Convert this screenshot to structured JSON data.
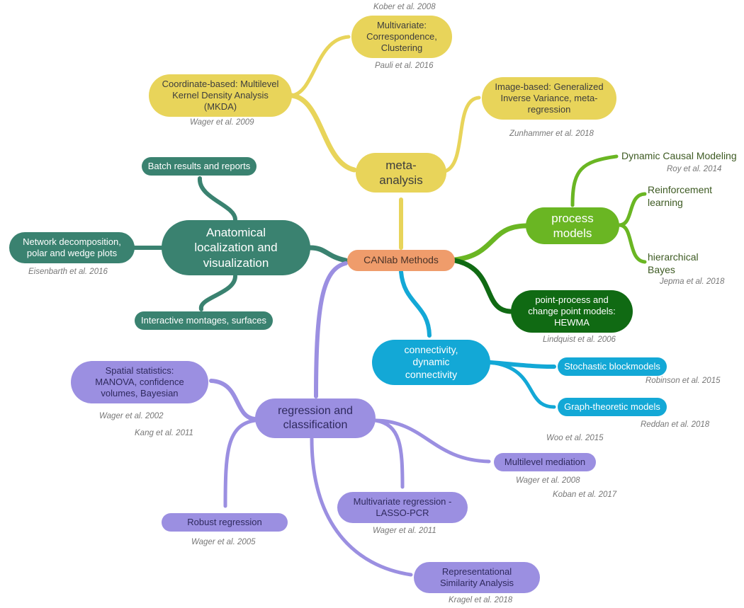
{
  "colors": {
    "meta": "#e8d45a",
    "meta_text": "#3d3d3d",
    "anat": "#3a8270",
    "anat_text": "#ffffff",
    "proc": "#6ab623",
    "proc_dark": "#106a13",
    "proc_text": "#3d5a22",
    "conn": "#13a8d6",
    "conn_text": "#ffffff",
    "reg": "#9b8fe1",
    "reg_text": "#3b3470",
    "center": "#ef9c6b",
    "cite": "#777777"
  },
  "center": {
    "label": "CANlab Methods"
  },
  "meta_analysis": {
    "label": "meta-\nanalysis",
    "children": [
      {
        "label": "Multivariate:\nCorrespondence,\nClustering",
        "cite_above": "Kober et al. 2008",
        "cite_below": "Pauli et al. 2016"
      },
      {
        "label": "Coordinate-based: Multilevel\nKernel Density Analysis\n(MKDA)",
        "cite": "Wager et al. 2009"
      },
      {
        "label": "Image-based: Generalized\nInverse Variance, meta-\nregression",
        "cite": "Zunhammer et al. 2018"
      }
    ]
  },
  "anatomical": {
    "label": "Anatomical\nlocalization and\nvisualization",
    "children": [
      {
        "label": "Batch results and reports"
      },
      {
        "label": "Network decomposition,\npolar and wedge plots",
        "cite": "Eisenbarth et al. 2016"
      },
      {
        "label": "Interactive montages, surfaces"
      }
    ]
  },
  "process_models": {
    "label": "process\nmodels",
    "children": [
      {
        "label": "Dynamic Causal Modeling",
        "cite": "Roy et al. 2014"
      },
      {
        "label": "Reinforcement\nlearning"
      },
      {
        "label": "hierarchical\nBayes",
        "cite": "Jepma et al. 2018"
      }
    ]
  },
  "point_process": {
    "label": "point-process and\nchange point models:\nHEWMA",
    "cite": "Lindquist et al. 2006"
  },
  "connectivity": {
    "label": "connectivity,\ndynamic\nconnectivity",
    "children": [
      {
        "label": "Stochastic blockmodels",
        "cite": "Robinson et al. 2015"
      },
      {
        "label": "Graph-theoretic models",
        "cite": "Reddan et al. 2018"
      }
    ]
  },
  "regression": {
    "label": "regression and\nclassification",
    "children": [
      {
        "label": "Spatial statistics:\nMANOVA, confidence\nvolumes, Bayesian",
        "cite_1": "Wager et al. 2002",
        "cite_2": "Kang et al. 2011"
      },
      {
        "label": "Multilevel mediation",
        "cite_above": "Woo et al. 2015",
        "cite_1": "Wager et al. 2008",
        "cite_2": "Koban et al. 2017"
      },
      {
        "label": "Multivariate regression -\nLASSO-PCR",
        "cite": "Wager et al. 2011"
      },
      {
        "label": "Robust regression",
        "cite": "Wager et al. 2005"
      },
      {
        "label": "Representational\nSimilarity Analysis",
        "cite": "Kragel et al. 2018"
      }
    ]
  }
}
